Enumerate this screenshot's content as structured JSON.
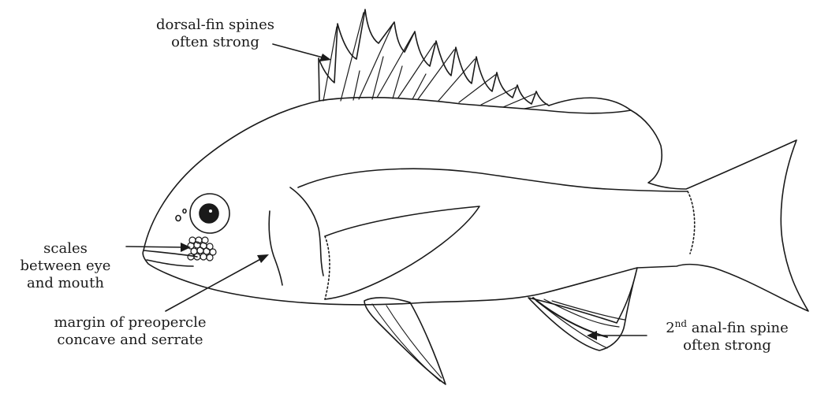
{
  "labels": {
    "dorsal_fin": {
      "line1": "dorsal-fin spines",
      "line2": "often strong"
    },
    "scales": {
      "line1": "scales",
      "line2": "between eye",
      "line3": "and mouth"
    },
    "preopercle": {
      "line1": "margin of preopercle",
      "line2": "concave and serrate"
    },
    "anal_fin": {
      "ordinal_num": "2",
      "ordinal_sup": "nd",
      "line1_rest": " anal-fin spine",
      "line2": "often strong"
    }
  },
  "colors": {
    "ink": "#1a1a1a",
    "background": "#ffffff"
  }
}
